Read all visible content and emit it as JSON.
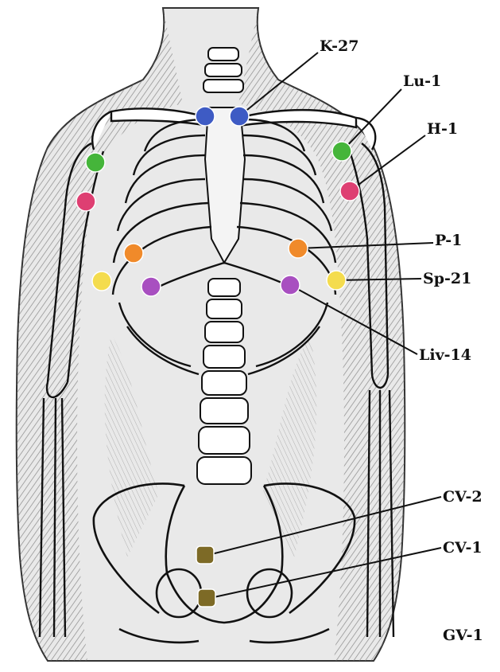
{
  "figure": {
    "labels": {
      "k27": "K-27",
      "lu1": "Lu-1",
      "h1": "H-1",
      "p1": "P-1",
      "sp21": "Sp-21",
      "liv14": "Liv-14",
      "cv2": "CV-2",
      "cv1": "CV-1",
      "gv1": "GV-1"
    },
    "point_colors": {
      "k27": "#3e5bc4",
      "lu1": "#45b53a",
      "h1": "#de3f72",
      "p1": "#f08a2a",
      "sp21": "#f4dc4e",
      "liv14": "#a84fc0",
      "cv": "#7d6a26"
    }
  }
}
